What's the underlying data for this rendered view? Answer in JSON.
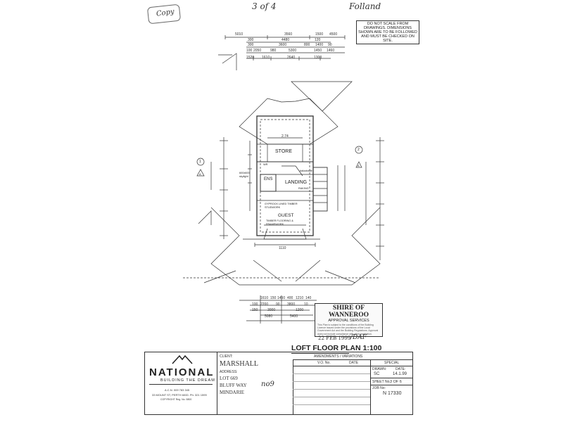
{
  "header": {
    "copy_note": "Copy",
    "sheet_note": "3 of 4",
    "name_note": "Folland"
  },
  "scale_notice": "DO NOT SCALE FROM DRAWINGS. DIMENSIONS SHOWN ARE TO BE FOLLOWED AND MUST BE CHECKED ON SITE.",
  "dimensions": {
    "top_row1": [
      "5010",
      "3560",
      "1500",
      "4500"
    ],
    "top_row2": [
      "300",
      "4480",
      "120"
    ],
    "top_row3": [
      "300",
      "3600",
      "800",
      "1400",
      "90"
    ],
    "top_row4": [
      "100",
      "2050",
      "980",
      "5300",
      "1450",
      "1460"
    ],
    "top_row5": [
      "1520",
      "1610",
      "2640",
      "1300"
    ],
    "bottom_row1": [
      "1610",
      "150",
      "1450",
      "400",
      "1210",
      "140"
    ],
    "bottom_row2": [
      "100",
      "2200",
      "90",
      "3800",
      "10"
    ],
    "bottom_row3": [
      "150",
      "3000",
      "1200"
    ],
    "bottom_row4": [
      "5080",
      "5400"
    ],
    "width_top": "2.74",
    "width_bottom": "1110"
  },
  "rooms": {
    "store": "STORE",
    "landing": "LANDING",
    "ens": "ENS",
    "guest": "GUEST",
    "gyprock": "GYPROCK LINED TIMBER STUDWORK",
    "flooring": "TIMBER FLOORING & FRAMEWORK",
    "raking": "RAKING",
    "skylight": "600x600 skylight",
    "wardrobe": "WR",
    "balustrade": "balustrade"
  },
  "markers": {
    "left_circle": "1",
    "left_triangle": "A",
    "right_circle": "2",
    "right_triangle": "A"
  },
  "stamp": {
    "title": "SHIRE OF WANNEROO",
    "subtitle": "APPROVAL SERVICES",
    "body": "This Plan is subject to the conditions of the Building Licence issued under the provisions of the Local Government Act and the Building Regulations. Approval does not include compliance with other legislation.",
    "date": "22 FEB 1999",
    "initials": "/DAF"
  },
  "plan_title": "LOFT FLOOR PLAN  1:100",
  "title_block": {
    "company": "NATIONAL",
    "tagline": "BUILDING THE DREAM",
    "company_line1": "A.C.N. 009 783 345",
    "company_line2": "33 MOUNT ST, PERTH 6000. Ph: 321 1599",
    "company_line3": "COPYRIGHT  Reg. No. 5800",
    "client_label": "CLIENT:",
    "client": "MARSHALL",
    "address_label": "ADDRESS:",
    "address1": "LOT 669",
    "address2": "BLUFF WAY",
    "address3": "MINDARIE",
    "handwritten_no": "no9",
    "amendments_header": "AMENDMENTS / VARIATIONS",
    "vo_label": "V.O. No.",
    "date_label": "DATE",
    "special_label": "SPECIAL",
    "drawn_label": "DRAWN:",
    "drawn_value": "SC",
    "date_label2": "DATE:",
    "date_value": "14.1.99",
    "sheet_label": "SHEET No.",
    "sheet_value": "3  OF  6",
    "job_label": "JOB No:",
    "job_value": "N 17330"
  }
}
